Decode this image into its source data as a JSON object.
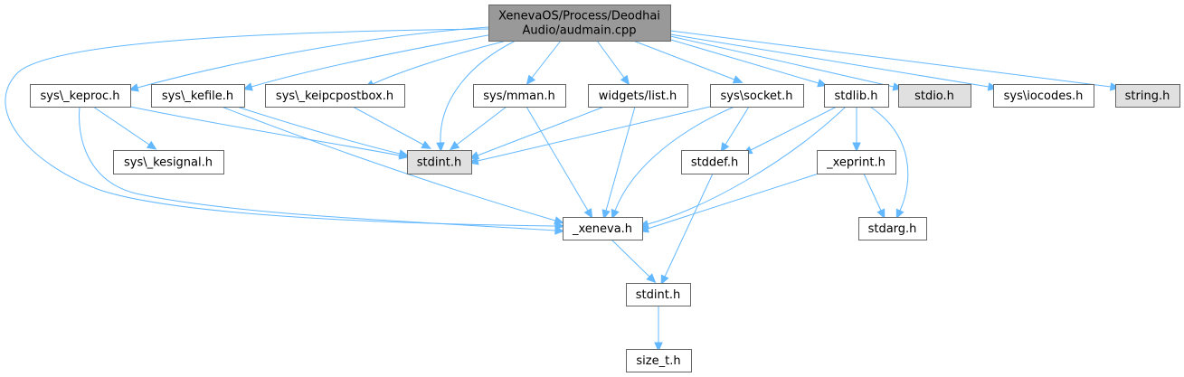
{
  "graph": {
    "type": "include-dependency-graph",
    "colors": {
      "edge": "#63b8ff",
      "root_fill": "#999999",
      "node_fill": "#ffffff",
      "external_fill": "#e0e0e0",
      "border": "#666666"
    },
    "nodes": [
      {
        "id": "root",
        "label": [
          "XenevaOS/Process/Deodhai",
          "Audio/audmain.cpp"
        ],
        "kind": "root"
      },
      {
        "id": "keproc",
        "label": [
          "sys\\_keproc.h"
        ],
        "kind": "normal"
      },
      {
        "id": "kefile",
        "label": [
          "sys\\_kefile.h"
        ],
        "kind": "normal"
      },
      {
        "id": "keipc",
        "label": [
          "sys\\_keipcpostbox.h"
        ],
        "kind": "normal"
      },
      {
        "id": "mman",
        "label": [
          "sys/mman.h"
        ],
        "kind": "normal"
      },
      {
        "id": "list",
        "label": [
          "widgets/list.h"
        ],
        "kind": "normal"
      },
      {
        "id": "socket",
        "label": [
          "sys\\socket.h"
        ],
        "kind": "normal"
      },
      {
        "id": "stdlib",
        "label": [
          "stdlib.h"
        ],
        "kind": "normal"
      },
      {
        "id": "stdio",
        "label": [
          "stdio.h"
        ],
        "kind": "external"
      },
      {
        "id": "iocodes",
        "label": [
          "sys\\iocodes.h"
        ],
        "kind": "normal"
      },
      {
        "id": "string",
        "label": [
          "string.h"
        ],
        "kind": "external"
      },
      {
        "id": "kesignal",
        "label": [
          "sys\\_kesignal.h"
        ],
        "kind": "normal"
      },
      {
        "id": "stdint_ext",
        "label": [
          "stdint.h"
        ],
        "kind": "external"
      },
      {
        "id": "stddef",
        "label": [
          "stddef.h"
        ],
        "kind": "normal"
      },
      {
        "id": "xeprint",
        "label": [
          "_xeprint.h"
        ],
        "kind": "normal"
      },
      {
        "id": "xeneva",
        "label": [
          "_xeneva.h"
        ],
        "kind": "normal"
      },
      {
        "id": "stdarg",
        "label": [
          "stdarg.h"
        ],
        "kind": "normal"
      },
      {
        "id": "stdint",
        "label": [
          "stdint.h"
        ],
        "kind": "normal"
      },
      {
        "id": "size_t",
        "label": [
          "size_t.h"
        ],
        "kind": "normal"
      }
    ],
    "edges": [
      [
        "root",
        "keproc"
      ],
      [
        "root",
        "kefile"
      ],
      [
        "root",
        "keipc"
      ],
      [
        "root",
        "stdint_ext"
      ],
      [
        "root",
        "mman"
      ],
      [
        "root",
        "list"
      ],
      [
        "root",
        "socket"
      ],
      [
        "root",
        "stdlib"
      ],
      [
        "root",
        "stdio"
      ],
      [
        "root",
        "iocodes"
      ],
      [
        "root",
        "string"
      ],
      [
        "root",
        "xeneva"
      ],
      [
        "keproc",
        "kesignal"
      ],
      [
        "keproc",
        "stdint_ext"
      ],
      [
        "keproc",
        "xeneva"
      ],
      [
        "kefile",
        "stdint_ext"
      ],
      [
        "kefile",
        "xeneva"
      ],
      [
        "keipc",
        "stdint_ext"
      ],
      [
        "mman",
        "stdint_ext"
      ],
      [
        "mman",
        "xeneva"
      ],
      [
        "list",
        "stdint_ext"
      ],
      [
        "list",
        "xeneva"
      ],
      [
        "socket",
        "stdint_ext"
      ],
      [
        "socket",
        "stddef"
      ],
      [
        "socket",
        "xeneva"
      ],
      [
        "stdlib",
        "stddef"
      ],
      [
        "stdlib",
        "xeprint"
      ],
      [
        "stdlib",
        "stdarg"
      ],
      [
        "stdlib",
        "xeneva"
      ],
      [
        "xeprint",
        "xeneva"
      ],
      [
        "xeprint",
        "stdarg"
      ],
      [
        "stddef",
        "stdint"
      ],
      [
        "xeneva",
        "stdint"
      ],
      [
        "stdint",
        "size_t"
      ]
    ]
  }
}
